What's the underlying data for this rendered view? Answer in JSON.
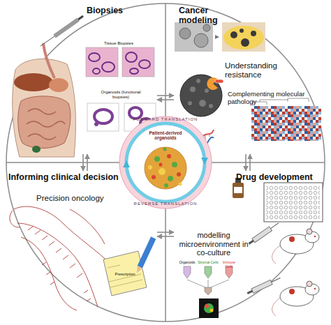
{
  "diagram": {
    "nodes": [
      {
        "text": [
          "Biopsies",
          "Tissue Biopsies",
          "Organoids (functional biopsies)"
        ]
      },
      {
        "text": [
          "Cancer modeling",
          "Understanding resistance",
          "Complementing molecular pathology"
        ]
      },
      {
        "text": [
          "Informing clinical decision",
          "Precision oncology",
          "Prescription"
        ]
      },
      {
        "text": [
          "Drug development",
          "modelling microenvironment in co-culture",
          "Organoids",
          "Stromal Cells",
          "Immune Cells"
        ]
      },
      {
        "text": [
          "FORWARD TRANSLATION",
          "Patient-derived organoids",
          "REVERSE TRANSLATION"
        ]
      }
    ],
    "edges": [
      {
        "from": 0,
        "to": 1,
        "arrow": "both"
      },
      {
        "from": 0,
        "to": 2,
        "arrow": "both"
      },
      {
        "from": 1,
        "to": 3,
        "arrow": "both"
      },
      {
        "from": 2,
        "to": 3,
        "arrow": "both"
      }
    ]
  }
}
